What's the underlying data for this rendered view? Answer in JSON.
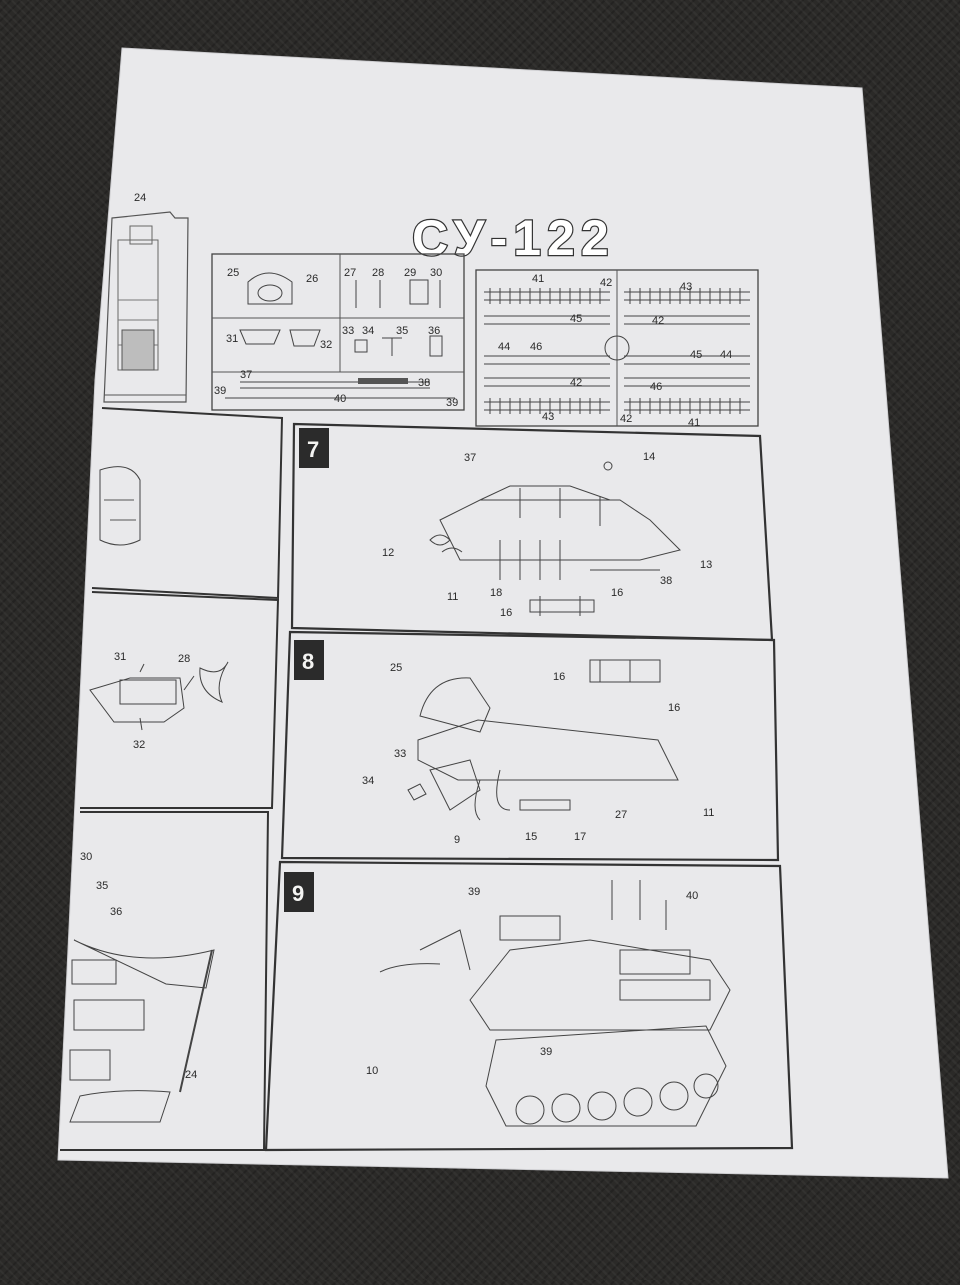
{
  "document": {
    "title": "СУ-122"
  },
  "sprue": {
    "left_part": "24",
    "frame_a": [
      "25",
      "26",
      "27",
      "28",
      "29",
      "30",
      "31",
      "32",
      "33",
      "34",
      "35",
      "36",
      "37",
      "38",
      "39",
      "40",
      "39"
    ],
    "frame_b": [
      "41",
      "42",
      "43",
      "45",
      "42",
      "44",
      "46",
      "45",
      "44",
      "42",
      "46",
      "43",
      "42",
      "41"
    ]
  },
  "steps": [
    {
      "number": "7",
      "callouts": [
        "37",
        "14",
        "12",
        "13",
        "11",
        "18",
        "16",
        "16",
        "38"
      ]
    },
    {
      "number": "8",
      "callouts": [
        "25",
        "16",
        "16",
        "33",
        "34",
        "9",
        "15",
        "17",
        "27",
        "11"
      ]
    },
    {
      "number": "9",
      "callouts": [
        "39",
        "40",
        "10",
        "39"
      ]
    }
  ],
  "left_panels": {
    "middle": [
      "31",
      "28",
      "32"
    ],
    "bottom": [
      "30",
      "35",
      "36",
      "24"
    ]
  }
}
